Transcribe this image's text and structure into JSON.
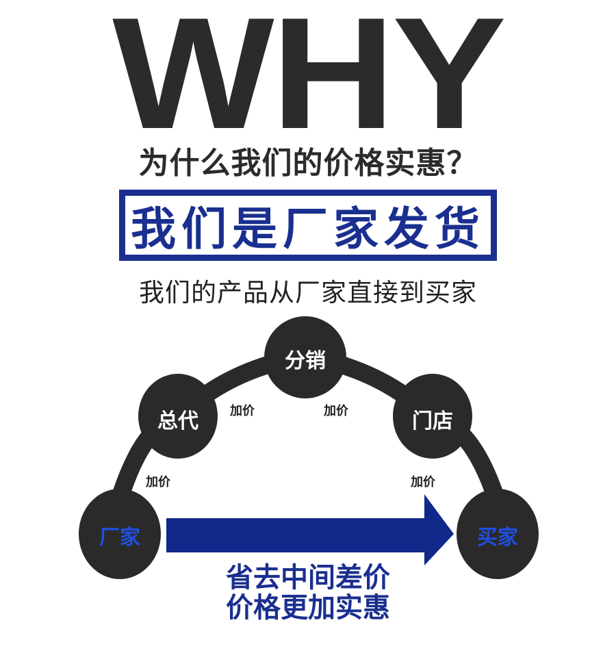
{
  "header": {
    "title": "WHY",
    "question": "为什么我们的价格实惠？"
  },
  "banner": {
    "text": "我们是厂家发货",
    "border_color": "#1a2f8f"
  },
  "subtitle": "我们的产品从厂家直接到买家",
  "diagram": {
    "nodes": [
      {
        "id": "factory",
        "label": "厂家",
        "color": "#1f4fe0"
      },
      {
        "id": "general-agent",
        "label": "总代",
        "color": "#ffffff"
      },
      {
        "id": "distribution",
        "label": "分销",
        "color": "#ffffff"
      },
      {
        "id": "store",
        "label": "门店",
        "color": "#ffffff"
      },
      {
        "id": "buyer",
        "label": "买家",
        "color": "#1f4fe0"
      }
    ],
    "markups": [
      "加价",
      "加价",
      "加价",
      "加价"
    ],
    "node_color": "#2a2a2a",
    "arrow_color": "#10288a"
  },
  "conclusion": {
    "line1": "省去中间差价",
    "line2": "价格更加实惠"
  }
}
